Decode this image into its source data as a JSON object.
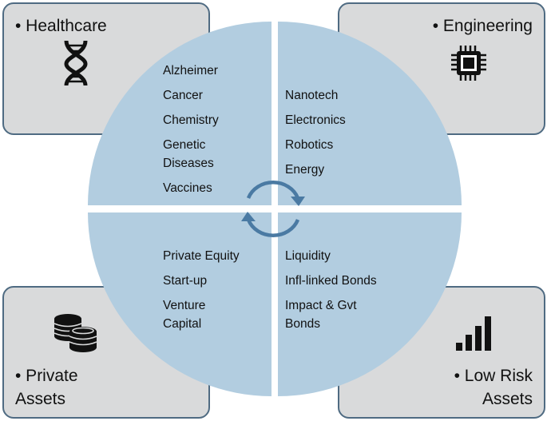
{
  "quadrants": {
    "healthcare": {
      "title": "• Healthcare",
      "icon": "dna-icon",
      "items": [
        "Alzheimer",
        "Cancer",
        "Chemistry",
        "Genetic\nDiseases",
        "Vaccines"
      ]
    },
    "engineering": {
      "title": "• Engineering",
      "icon": "microchip-icon",
      "items": [
        "Nanotech",
        "Electronics",
        "Robotics",
        "Energy"
      ]
    },
    "private_assets": {
      "title": "• Private\nAssets",
      "icon": "coins-icon",
      "items": [
        "Private Equity",
        "Start-up",
        "Venture\nCapital"
      ]
    },
    "low_risk_assets": {
      "title": "• Low Risk\nAssets",
      "icon": "bar-chart-icon",
      "items": [
        "Liquidity",
        "Infl-linked Bonds",
        "Impact & Gvt\nBonds"
      ]
    }
  },
  "colors": {
    "circle_fill": "#b2cde0",
    "box_fill": "#d9dadb",
    "box_border": "#4f6b82",
    "arrow": "#4a7aa3"
  }
}
